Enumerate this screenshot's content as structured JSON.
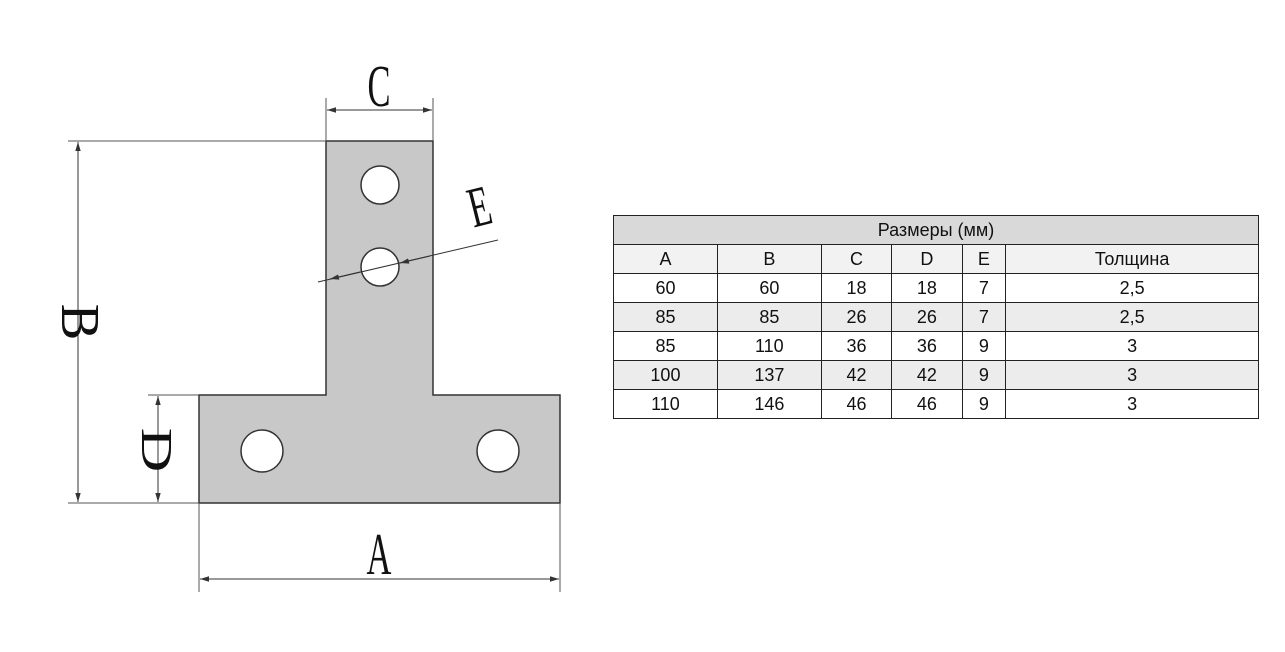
{
  "drawing": {
    "labels": {
      "a": "A",
      "b": "B",
      "c": "C",
      "d": "D",
      "e": "E"
    },
    "colors": {
      "plate": "#c8c8c8",
      "line": "#333333"
    }
  },
  "table": {
    "title": "Размеры (мм)",
    "columns": [
      "A",
      "B",
      "C",
      "D",
      "E",
      "Толщина"
    ],
    "rows": [
      [
        "60",
        "60",
        "18",
        "18",
        "7",
        "2,5"
      ],
      [
        "85",
        "85",
        "26",
        "26",
        "7",
        "2,5"
      ],
      [
        "85",
        "110",
        "36",
        "36",
        "9",
        "3"
      ],
      [
        "100",
        "137",
        "42",
        "42",
        "9",
        "3"
      ],
      [
        "110",
        "146",
        "46",
        "46",
        "9",
        "3"
      ]
    ]
  }
}
